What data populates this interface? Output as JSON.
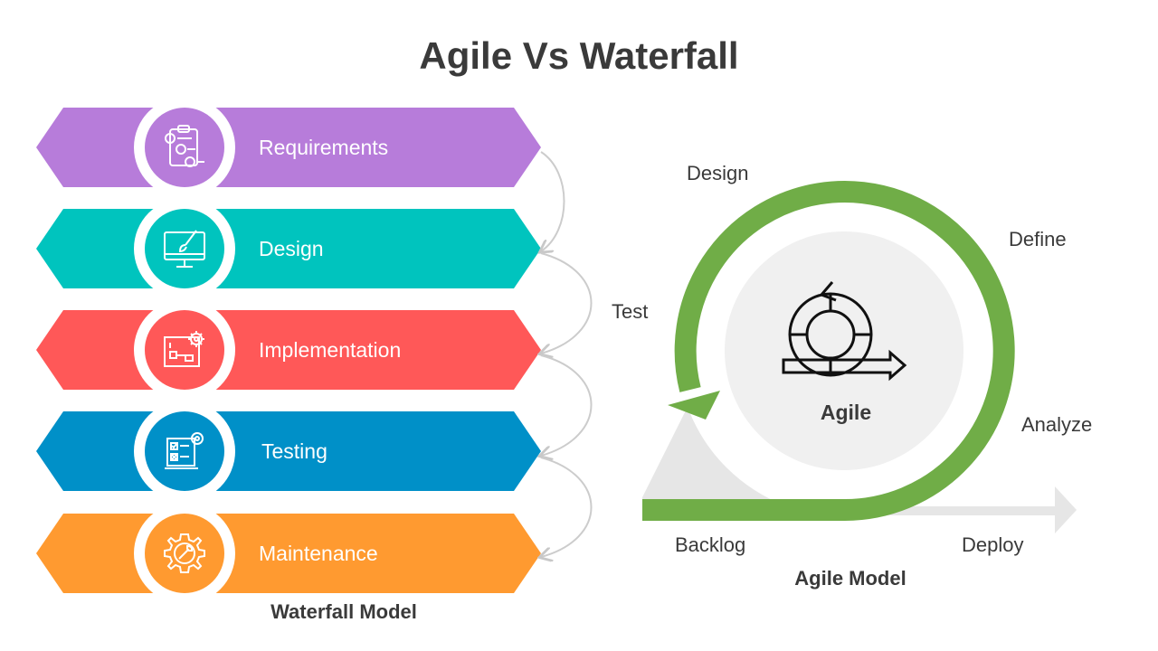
{
  "title": "Agile Vs Waterfall",
  "waterfall": {
    "caption": "Waterfall Model",
    "stages": [
      {
        "label": "Requirements",
        "color": "#B77CDA",
        "icon": "checklist-icon"
      },
      {
        "label": "Design",
        "color": "#00C4BE",
        "icon": "monitor-brush-icon"
      },
      {
        "label": "Implementation",
        "color": "#FF5858",
        "icon": "blueprint-gear-icon"
      },
      {
        "label": "Testing",
        "color": "#0090C8",
        "icon": "test-checklist-gear-icon"
      },
      {
        "label": "Maintenance",
        "color": "#FF9A30",
        "icon": "gear-wrench-icon"
      }
    ],
    "connector_label": "Test"
  },
  "agile": {
    "caption": "Agile Model",
    "center_label": "Agile",
    "center_icon": "agile-cycle-icon",
    "phases": {
      "design": "Design",
      "define": "Define",
      "analyze": "Analyze",
      "backlog": "Backlog",
      "deploy": "Deploy"
    },
    "accent": "#70AD47",
    "track": "#E6E6E6"
  }
}
